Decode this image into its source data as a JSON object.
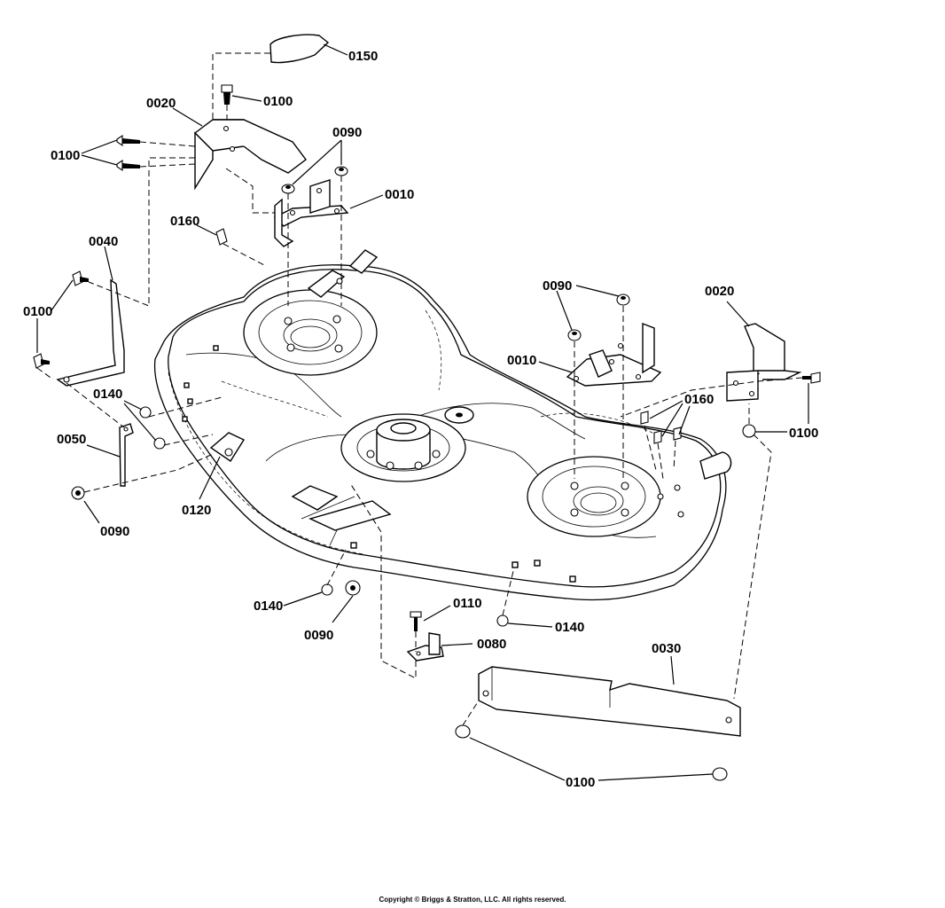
{
  "labels": {
    "p0150": "0150",
    "p0100_top": "0100",
    "p0020_left": "0020",
    "p0090_top": "0090",
    "p0100_left": "0100",
    "p0010_left": "0010",
    "p0160_left": "0160",
    "p0040": "0040",
    "p0100_mid_left": "0100",
    "p0140_left": "0140",
    "p0050": "0050",
    "p0090_left": "0090",
    "p0120": "0120",
    "p0090_right": "0090",
    "p0020_right": "0020",
    "p0010_right": "0010",
    "p0160_right": "0160",
    "p0100_right": "0100",
    "p0140_bottom": "0140",
    "p0090_bottom": "0090",
    "p0110": "0110",
    "p0140_bottom_right": "0140",
    "p0080": "0080",
    "p0030": "0030",
    "p0100_bottom": "0100"
  },
  "copyright": "Copyright © Briggs & Stratton, LLC. All rights reserved."
}
